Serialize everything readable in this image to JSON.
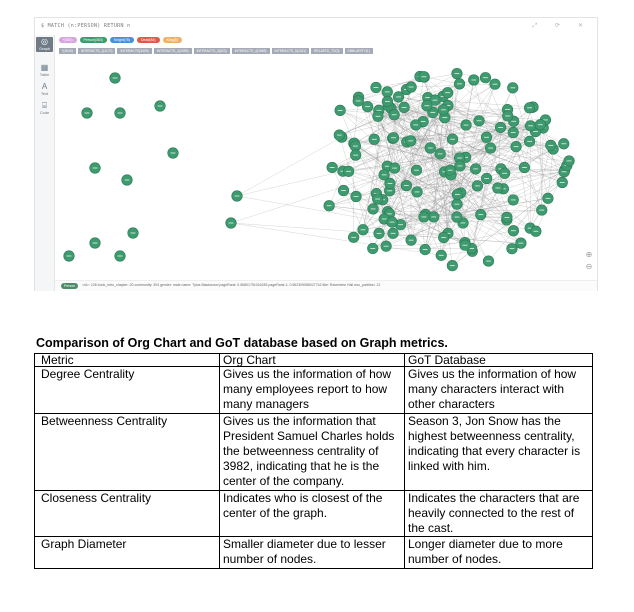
{
  "screenshot": {
    "query": "$ MATCH (n:PERSON) RETURN n",
    "window_controls": "⤢ ⟳ ✕",
    "sidebar": [
      {
        "icon": "graph-icon",
        "glyph": "◎",
        "label": "Graph"
      },
      {
        "icon": "table-icon",
        "glyph": "▦",
        "label": "Table"
      },
      {
        "icon": "text-icon",
        "glyph": "A",
        "label": "Text"
      },
      {
        "icon": "code-icon",
        "glyph": "⌸",
        "label": "Code"
      }
    ],
    "node_labels": [
      {
        "text": "*(363)",
        "color": "#d9a5e0"
      },
      {
        "text": "Person(363)",
        "color": "#3e9b6f"
      },
      {
        "text": "Knight(76)",
        "color": "#4a8fd9"
      },
      {
        "text": "Dead(84)",
        "color": "#e0584a"
      },
      {
        "text": "King(8)",
        "color": "#f2b066"
      }
    ],
    "relationships": [
      "*(3040)",
      "INTERACTS_1(1170)",
      "INTERACTS(3409)",
      "INTERACTS_2(2095)",
      "INTERACTS_3(823)",
      "INTERACTS_4(1569)",
      "INTERACTS_5(1011)",
      "RELATED_TO(3)",
      "SIMILARITY(1)"
    ],
    "zoom_in": "⊕",
    "zoom_out": "⊖",
    "status_chip": "Person",
    "status_text": "<id>: 106   book_intro_chapter: 20   community: 304   gender: male   name: Tytos Blackwood   pageRank: 0.56801751016283   pageRank-1: 0.562309086027742   title: Raventree Hall   wcc_partition: 12",
    "colors": {
      "node": "#3e9b6f",
      "node_stroke": "#2e7a56",
      "edge": "#8a8a8a"
    }
  },
  "document": {
    "title": "Comparison of Org Chart and GoT database based on Graph metrics.",
    "headers": [
      "Metric",
      "Org Chart",
      "GoT Database"
    ],
    "rows": [
      [
        "Degree Centrality",
        "Gives us the information of how many employees report to how many managers",
        "Gives us the information of how many characters interact with other characters"
      ],
      [
        "Betweenness Centrality",
        "Gives us the information that President Samuel Charles holds the betweenness centrality of 3982, indicating that he is the center of the company.",
        "Season 3, Jon Snow has the highest betweenness centrality, indicating that every character is linked with him."
      ],
      [
        "Closeness Centrality",
        "Indicates who is closest of the center of the graph.",
        "Indicates the characters that are heavily connected to the rest of the cast."
      ],
      [
        "Graph Diameter",
        "Smaller diameter due to lesser number of nodes.",
        "Longer diameter due to more number of nodes."
      ]
    ]
  }
}
